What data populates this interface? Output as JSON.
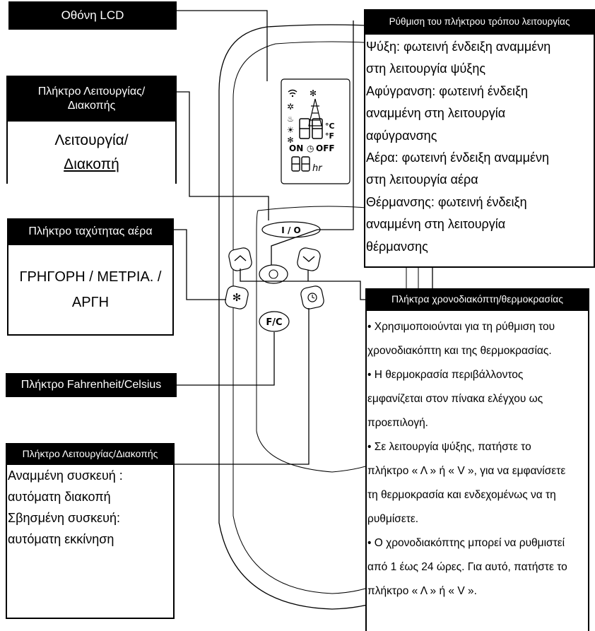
{
  "lcd": {
    "header": "Οθόνη LCD",
    "on_text": "ON",
    "off_text": "OFF",
    "hr_text": "hr",
    "temp_c": "°C",
    "temp_f": "°F"
  },
  "power_top": {
    "header_line1": "Πλήκτρο Λειτουργίας/",
    "header_line2": "Διακοπής",
    "body_line1": "Λειτουργία/",
    "body_line2": "Διακοπή"
  },
  "fan_speed": {
    "header": "Πλήκτρο ταχύτητας αέρα",
    "body_line1": "ΓΡΗΓΟΡΗ / ΜΕΤΡΙΑ. /",
    "body_line2": "ΑΡΓΗ"
  },
  "fc_key": {
    "header": "Πλήκτρο Fahrenheit/Celsius"
  },
  "power_bottom": {
    "header": "Πλήκτρο Λειτουργίας/Διακοπής",
    "lines": [
      "Αναμμένη συσκευή :",
      "αυτόματη διακοπή",
      "Σβησμένη συσκευή:",
      "αυτόματη εκκίνηση"
    ]
  },
  "mode_key": {
    "header": "Ρύθμιση του πλήκτρου τρόπου λειτουργίας",
    "lines": [
      "Ψύξη: φωτεινή ένδειξη αναμμένη",
      "στη λειτουργία ψύξης",
      "Αφύγρανση: φωτεινή ένδειξη",
      "αναμμένη στη λειτουργία",
      "αφύγρανσης",
      "Αέρα: φωτεινή ένδειξη αναμμένη",
      "στη λειτουργία αέρα",
      "Θέρμανσης: φωτεινή ένδειξη",
      "αναμμένη στη λειτουργία",
      "θέρμανσης"
    ]
  },
  "timer_temp": {
    "header": "Πλήκτρα χρονοδιακόπτη/θερμοκρασίας",
    "lines": [
      "• Χρησιμοποιούνται για τη ρύθμιση του",
      "χρονοδιακόπτη και της θερμοκρασίας.",
      "• Η θερμοκρασία περιβάλλοντος",
      "εμφανίζεται στον πίνακα ελέγχου ως",
      "προεπιλογή.",
      "• Σε λειτουργία ψύξης, πατήστε το",
      "πλήκτρο « Λ » ή « V », για να εμφανίσετε",
      "τη θερμοκρασία και ενδεχομένως να τη",
      "ρυθμίσετε.",
      "• Ο χρονοδιακόπτης μπορεί να ρυθμιστεί",
      "από 1 έως 24 ώρες. Για αυτό, πατήστε το",
      "πλήκτρο « Λ » ή « V »."
    ]
  },
  "remote": {
    "power_label": "I / O",
    "fc_label": "F/C"
  },
  "icons": {
    "fan": "fan-icon",
    "timer": "clock-icon",
    "up": "chevron-up-icon",
    "down": "chevron-down-icon",
    "mode": "circle-mode-icon"
  }
}
